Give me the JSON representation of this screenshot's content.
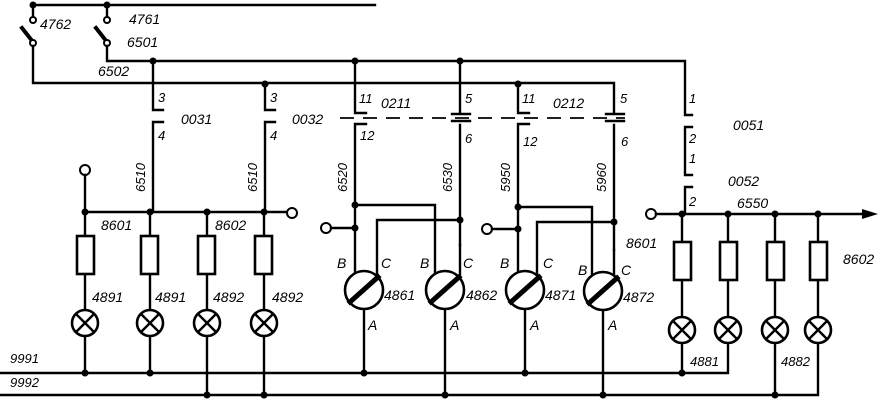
{
  "switches": [
    "4762",
    "4761"
  ],
  "wires": {
    "w6501": "6501",
    "w6502": "6502",
    "w6510a": "6510",
    "w6510b": "6510",
    "w6520": "6520",
    "w6530": "6530",
    "w5950": "5950",
    "w5960": "5960",
    "w6550": "6550"
  },
  "relays": {
    "r0031": "0031",
    "r0032": "0032",
    "r0211": "0211",
    "r0212": "0212",
    "r0051": "0051",
    "r0052": "0052"
  },
  "pins": {
    "p3a": "3",
    "p4a": "4",
    "p3b": "3",
    "p4b": "4",
    "p11a": "11",
    "p12a": "12",
    "p5a": "5",
    "p6a": "6",
    "p11b": "11",
    "p12b": "12",
    "p5b": "5",
    "p6b": "6",
    "p1a": "1",
    "p2a": "2",
    "p1b": "1",
    "p2b": "2"
  },
  "buses": {
    "b8601l": "8601",
    "b8602l": "8602",
    "b8601r": "8601",
    "b8602r": "8602",
    "b9991": "9991",
    "b9992": "9992"
  },
  "lamps_left": [
    "4891",
    "4891",
    "4892",
    "4892"
  ],
  "lamps_right": [
    "4881",
    "4882"
  ],
  "gauges": [
    {
      "id": "4861",
      "b": "B",
      "c": "C",
      "a": "A"
    },
    {
      "id": "4862",
      "b": "B",
      "c": "C",
      "a": "A"
    },
    {
      "id": "4871",
      "b": "B",
      "c": "C",
      "a": "A"
    },
    {
      "id": "4872",
      "b": "B",
      "c": "C",
      "a": "A"
    }
  ]
}
